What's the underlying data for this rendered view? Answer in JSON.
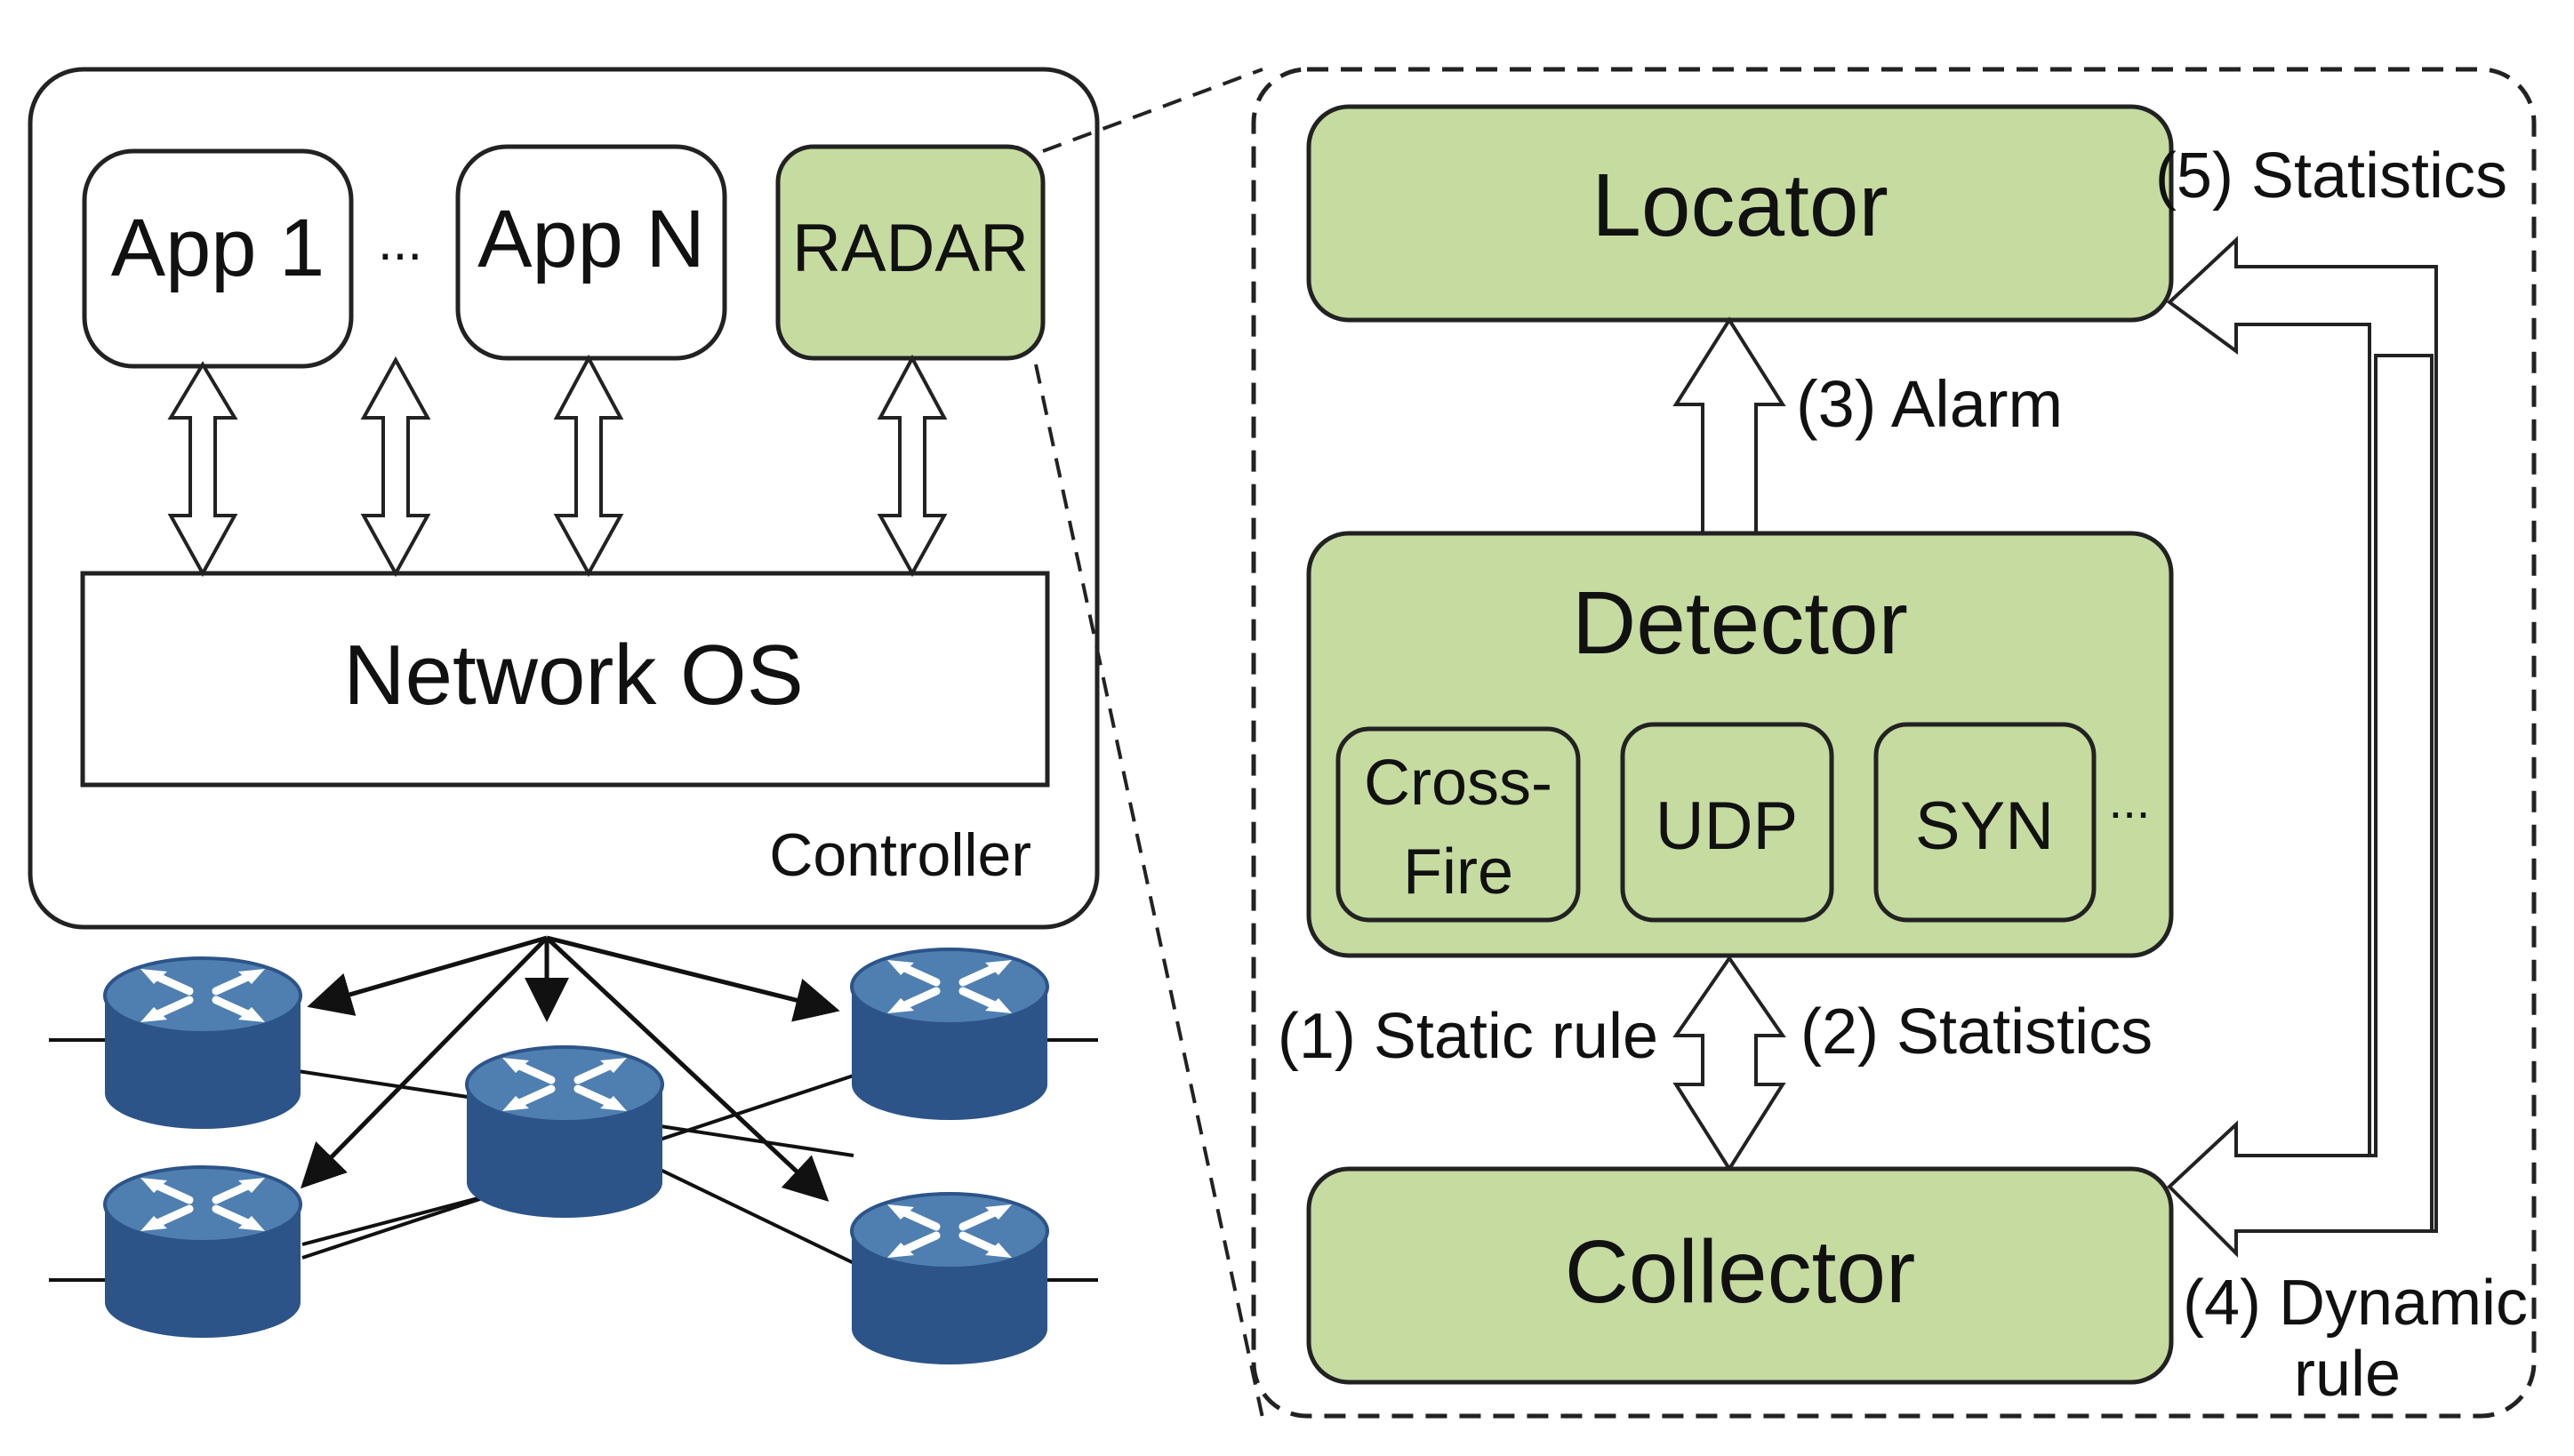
{
  "colors": {
    "module_fill": "#c6dba0",
    "module_stroke": "#222222",
    "router_top": "#4f7fb0",
    "router_body": "#2c5489",
    "background": "#ffffff"
  },
  "controller": {
    "label": "Controller",
    "apps": [
      {
        "label": "App 1"
      },
      {
        "label": "App N"
      }
    ],
    "ellipsis": "...",
    "radar": {
      "label": "RADAR"
    },
    "network_os": {
      "label": "Network OS"
    }
  },
  "radar_detail": {
    "locator": {
      "label": "Locator"
    },
    "detector": {
      "label": "Detector",
      "submodules": [
        {
          "label_line1": "Cross-",
          "label_line2": "Fire"
        },
        {
          "label": "UDP"
        },
        {
          "label": "SYN"
        }
      ],
      "ellipsis": "..."
    },
    "collector": {
      "label": "Collector"
    },
    "flows": {
      "static_rule": "(1) Static rule",
      "statistics_2": "(2) Statistics",
      "alarm": "(3) Alarm",
      "dynamic_rule_line1": "(4) Dynamic",
      "dynamic_rule_line2": "rule",
      "statistics_5": "(5) Statistics"
    }
  },
  "network": {
    "routers": [
      {
        "icon": "router-icon"
      },
      {
        "icon": "router-icon"
      },
      {
        "icon": "router-icon"
      },
      {
        "icon": "router-icon"
      },
      {
        "icon": "router-icon"
      }
    ]
  }
}
